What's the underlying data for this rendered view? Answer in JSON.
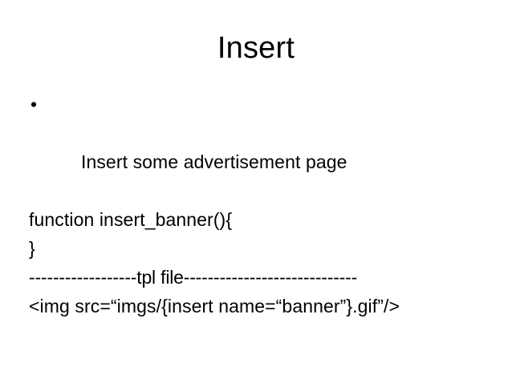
{
  "slide": {
    "title": "Insert",
    "background_color": "#ffffff",
    "text_color": "#000000",
    "bullet_glyph": "•",
    "bullets": [
      {
        "marker": "•",
        "text": "Insert some advertisement page"
      }
    ],
    "code_lines": [
      "function insert_banner(){",
      "}",
      "------------------tpl file-----------------------------",
      "<img src=“imgs/{insert name=“banner”}.gif”/>"
    ]
  }
}
